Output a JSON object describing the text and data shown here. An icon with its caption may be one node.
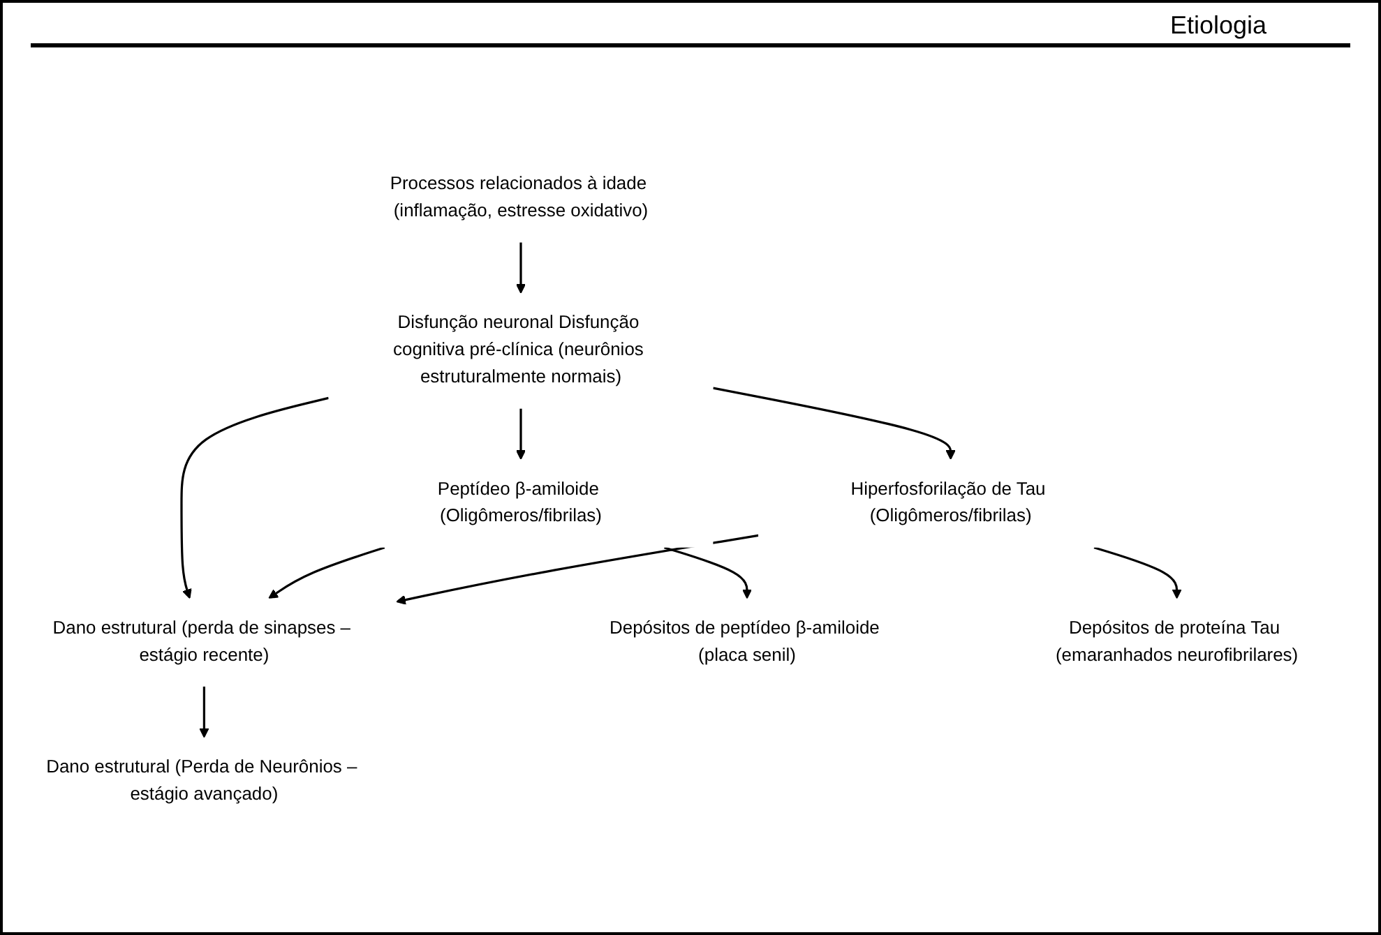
{
  "diagram": {
    "nodes": [
      {
        "text": [
          "Processos relacionados à idade (inflamação, estresse oxidativo)"
        ]
      },
      {
        "text": [
          "Disfunção neuronal Disfunção cognitiva pré-clínica (neurônios estruturalmente normais)"
        ]
      },
      {
        "text": [
          "Peptídeo β-amiloide (Oligômeros/fibrilas)"
        ]
      },
      {
        "text": [
          "Dano estrutural (perda de sinapses – estágio recente)"
        ]
      },
      {
        "text": [
          "Hiperfosforilação de Tau (Oligômeros/fibrilas)"
        ]
      },
      {
        "text": [
          "Depósitos de peptídeo β-amiloide (placa senil)"
        ]
      },
      {
        "text": [
          "Dano estrutural (Perda de Neurônios – estágio avançado)"
        ]
      },
      {
        "text": [
          "Depósitos de proteína Tau (emaranhados neurofibrilares)"
        ]
      }
    ],
    "edges": [
      {
        "from": 0,
        "to": 1,
        "arrow": "to"
      },
      {
        "from": 1,
        "to": 2,
        "arrow": "to"
      },
      {
        "from": 1,
        "to": 3,
        "arrow": "to"
      },
      {
        "from": 1,
        "to": 4,
        "arrow": "to"
      },
      {
        "from": 2,
        "to": 3,
        "arrow": "to"
      },
      {
        "from": 4,
        "to": 3,
        "arrow": "to"
      },
      {
        "from": 2,
        "to": 5,
        "arrow": "to"
      },
      {
        "from": 3,
        "to": 6,
        "arrow": "to"
      },
      {
        "from": 4,
        "to": 7,
        "arrow": "to"
      }
    ],
    "labels": [
      "Etiologia"
    ]
  }
}
